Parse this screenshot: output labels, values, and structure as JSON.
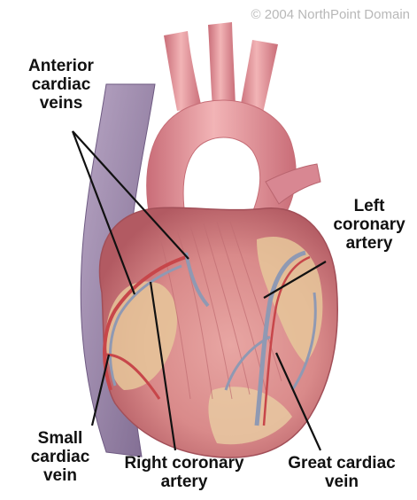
{
  "copyright": "© 2004 NorthPoint Domain",
  "labels": {
    "anterior_cardiac_veins": [
      "Anterior",
      "cardiac",
      "veins"
    ],
    "left_coronary_artery": [
      "Left",
      "coronary",
      "artery"
    ],
    "small_cardiac_vein": [
      "Small",
      "cardiac",
      "vein"
    ],
    "right_coronary_artery": [
      "Right coronary",
      "artery"
    ],
    "great_cardiac_vein": [
      "Great cardiac",
      "vein"
    ]
  },
  "colors": {
    "heart_muscle": "#d98a8a",
    "heart_shadow": "#b85d63",
    "fat": "#e6c79a",
    "aorta": "#e49aa0",
    "vein_purple": "#9a83a8",
    "vessel_blue": "#8f99b3",
    "artery_red": "#c7464a",
    "leader_line": "#111111"
  }
}
